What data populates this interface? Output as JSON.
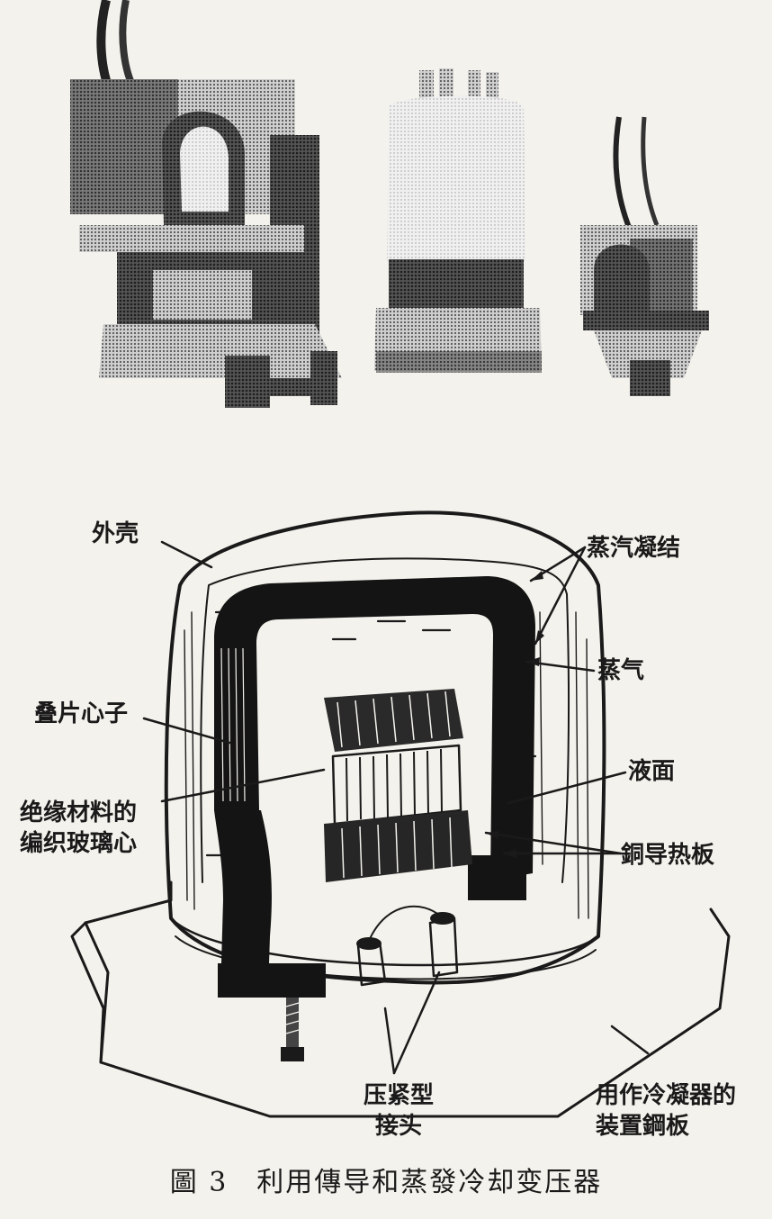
{
  "labels": {
    "shell": "外壳",
    "vapor_condense": "蒸汽凝结",
    "vapor": "蒸气",
    "laminated_core": "叠片心子",
    "liquid_level": "液面",
    "insulation_line1": "绝缘材料的",
    "insulation_line2": "编织玻璃心",
    "copper_plate": "銅导热板",
    "clamp_line1": "压紧型",
    "clamp_line2": "接头",
    "steel_line1": "用作冷凝器的",
    "steel_line2": "装置鋼板"
  },
  "caption": "圖 3　利用傳导和蒸發冷却变压器",
  "colors": {
    "ink": "#1a1a1a",
    "paper": "#f4f2ec",
    "photo_dark": "#3a3a3a",
    "photo_mid": "#8a8a8a",
    "photo_light": "#e6e6e6"
  }
}
